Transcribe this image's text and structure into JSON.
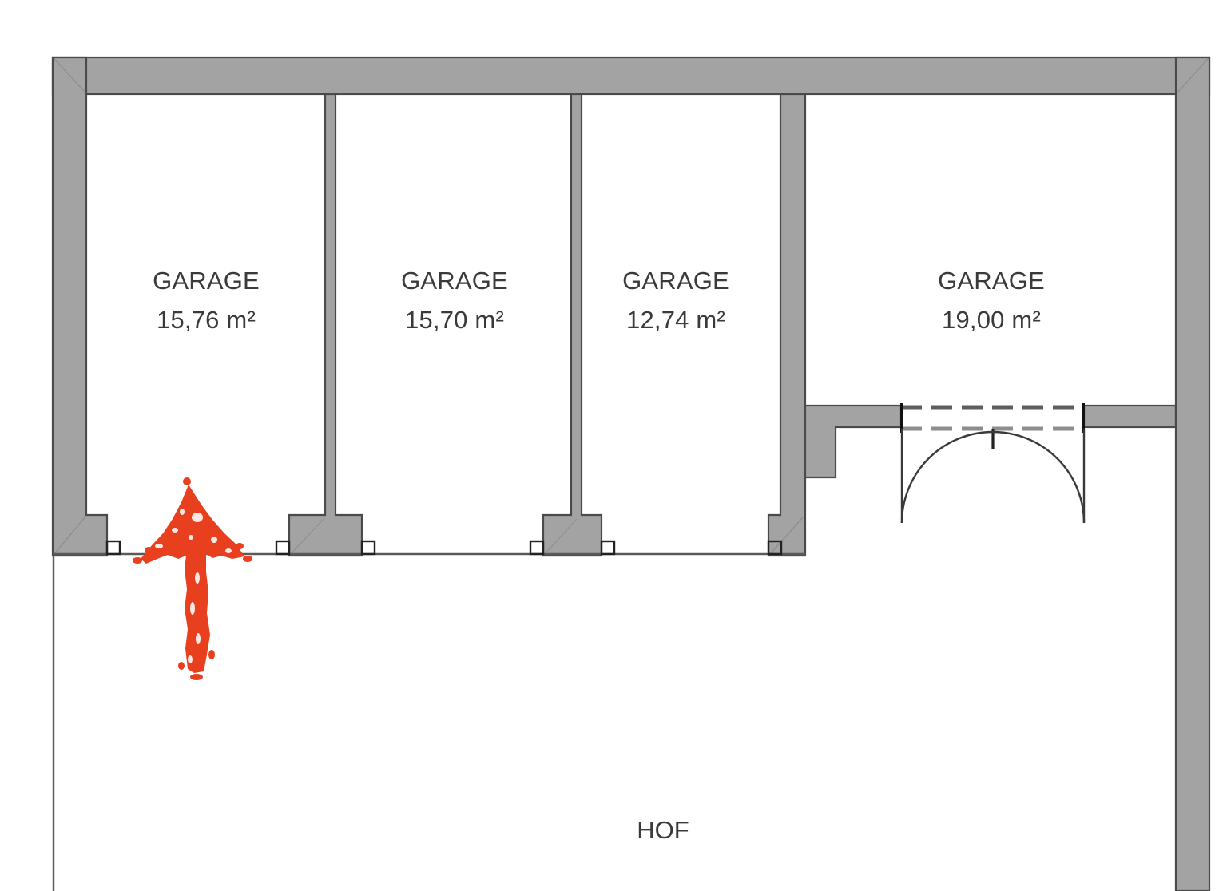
{
  "plan": {
    "title": "Garage floor plan",
    "colors": {
      "wall_fill": "#a3a3a3",
      "wall_stroke": "#4a4a4a",
      "thin_line": "#5a5a5a",
      "door_dash": "#6b6b6b",
      "annotation_red": "#e8401f",
      "background": "#ffffff",
      "text": "#3a3a3a"
    },
    "rooms": [
      {
        "id": "garage-1",
        "name": "GARAGE",
        "area": "15,76 m²"
      },
      {
        "id": "garage-2",
        "name": "GARAGE",
        "area": "15,70 m²"
      },
      {
        "id": "garage-3",
        "name": "GARAGE",
        "area": "12,74 m²"
      },
      {
        "id": "garage-4",
        "name": "GARAGE",
        "area": "19,00 m²"
      }
    ],
    "outdoor": {
      "id": "yard",
      "name": "HOF"
    },
    "annotations": [
      {
        "id": "red-arrow",
        "kind": "arrow",
        "direction": "up",
        "color": "#e8401f",
        "style": "hand-drawn-marker"
      }
    ],
    "openings": [
      {
        "id": "garage-door-1",
        "type": "garage-opening",
        "room": "garage-1"
      },
      {
        "id": "garage-door-2",
        "type": "garage-opening",
        "room": "garage-2"
      },
      {
        "id": "garage-door-3",
        "type": "garage-opening",
        "room": "garage-3"
      },
      {
        "id": "double-door-4",
        "type": "double-swing-door",
        "room": "garage-4",
        "leaves": 2
      }
    ]
  }
}
